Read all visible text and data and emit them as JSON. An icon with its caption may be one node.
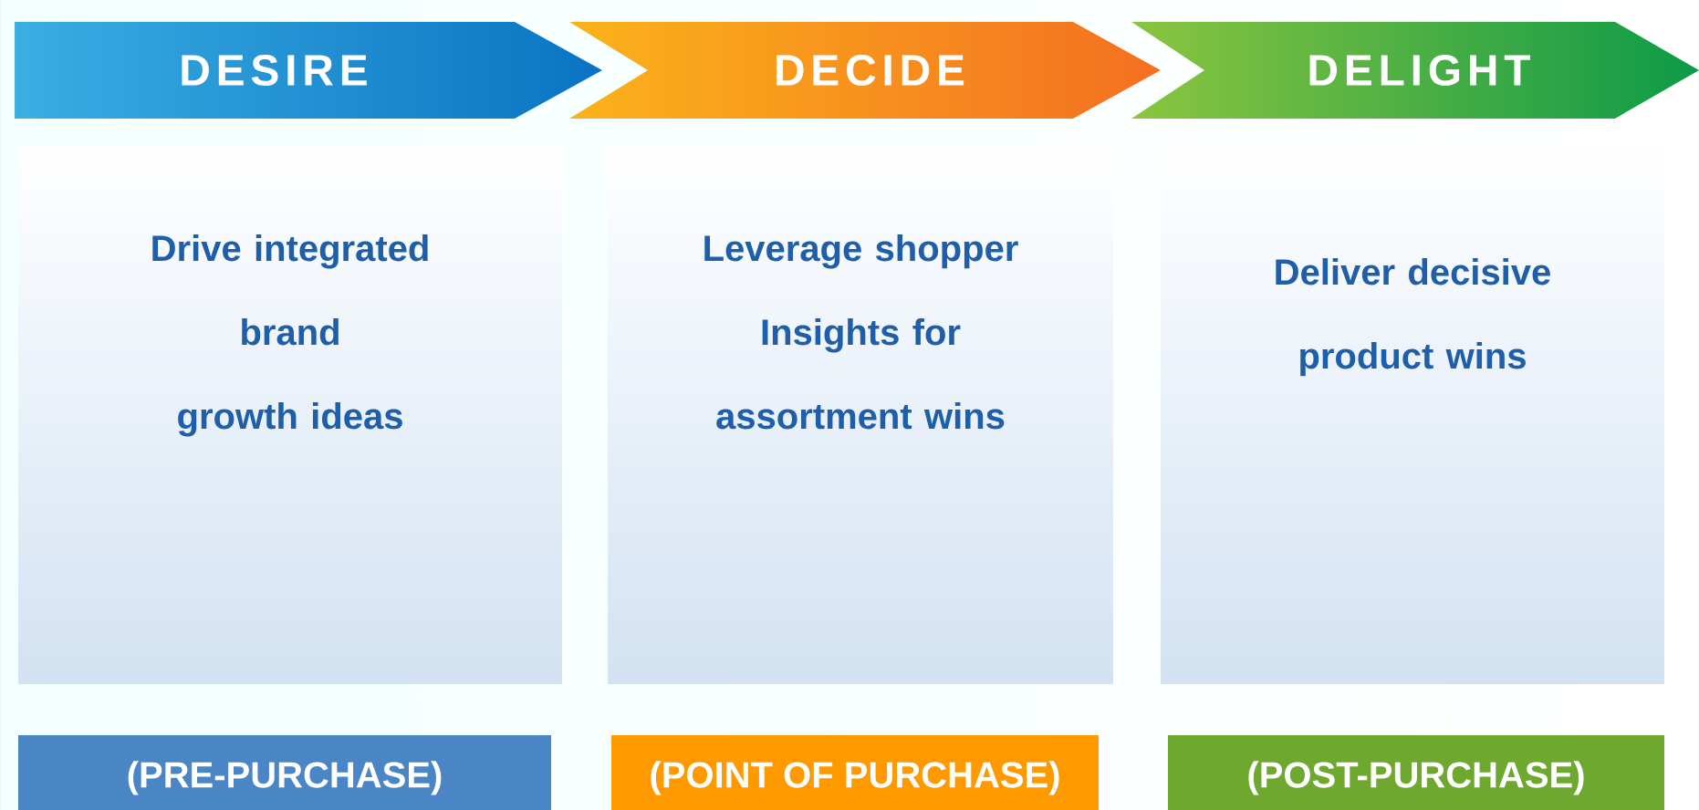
{
  "diagram": {
    "nodes": [
      {
        "text": [
          "DESIRE"
        ]
      },
      {
        "text": [
          "DECIDE"
        ]
      },
      {
        "text": [
          "DELIGHT"
        ]
      },
      {
        "text": [
          "Drive integrated brand growth ideas"
        ]
      },
      {
        "text": [
          "Leverage shopper Insights for assortment wins"
        ]
      },
      {
        "text": [
          "Deliver decisive product wins"
        ]
      },
      {
        "text": [
          "(PRE-PURCHASE)"
        ]
      },
      {
        "text": [
          "(POINT OF PURCHASE)"
        ]
      },
      {
        "text": [
          "(POST-PURCHASE)"
        ]
      }
    ]
  }
}
